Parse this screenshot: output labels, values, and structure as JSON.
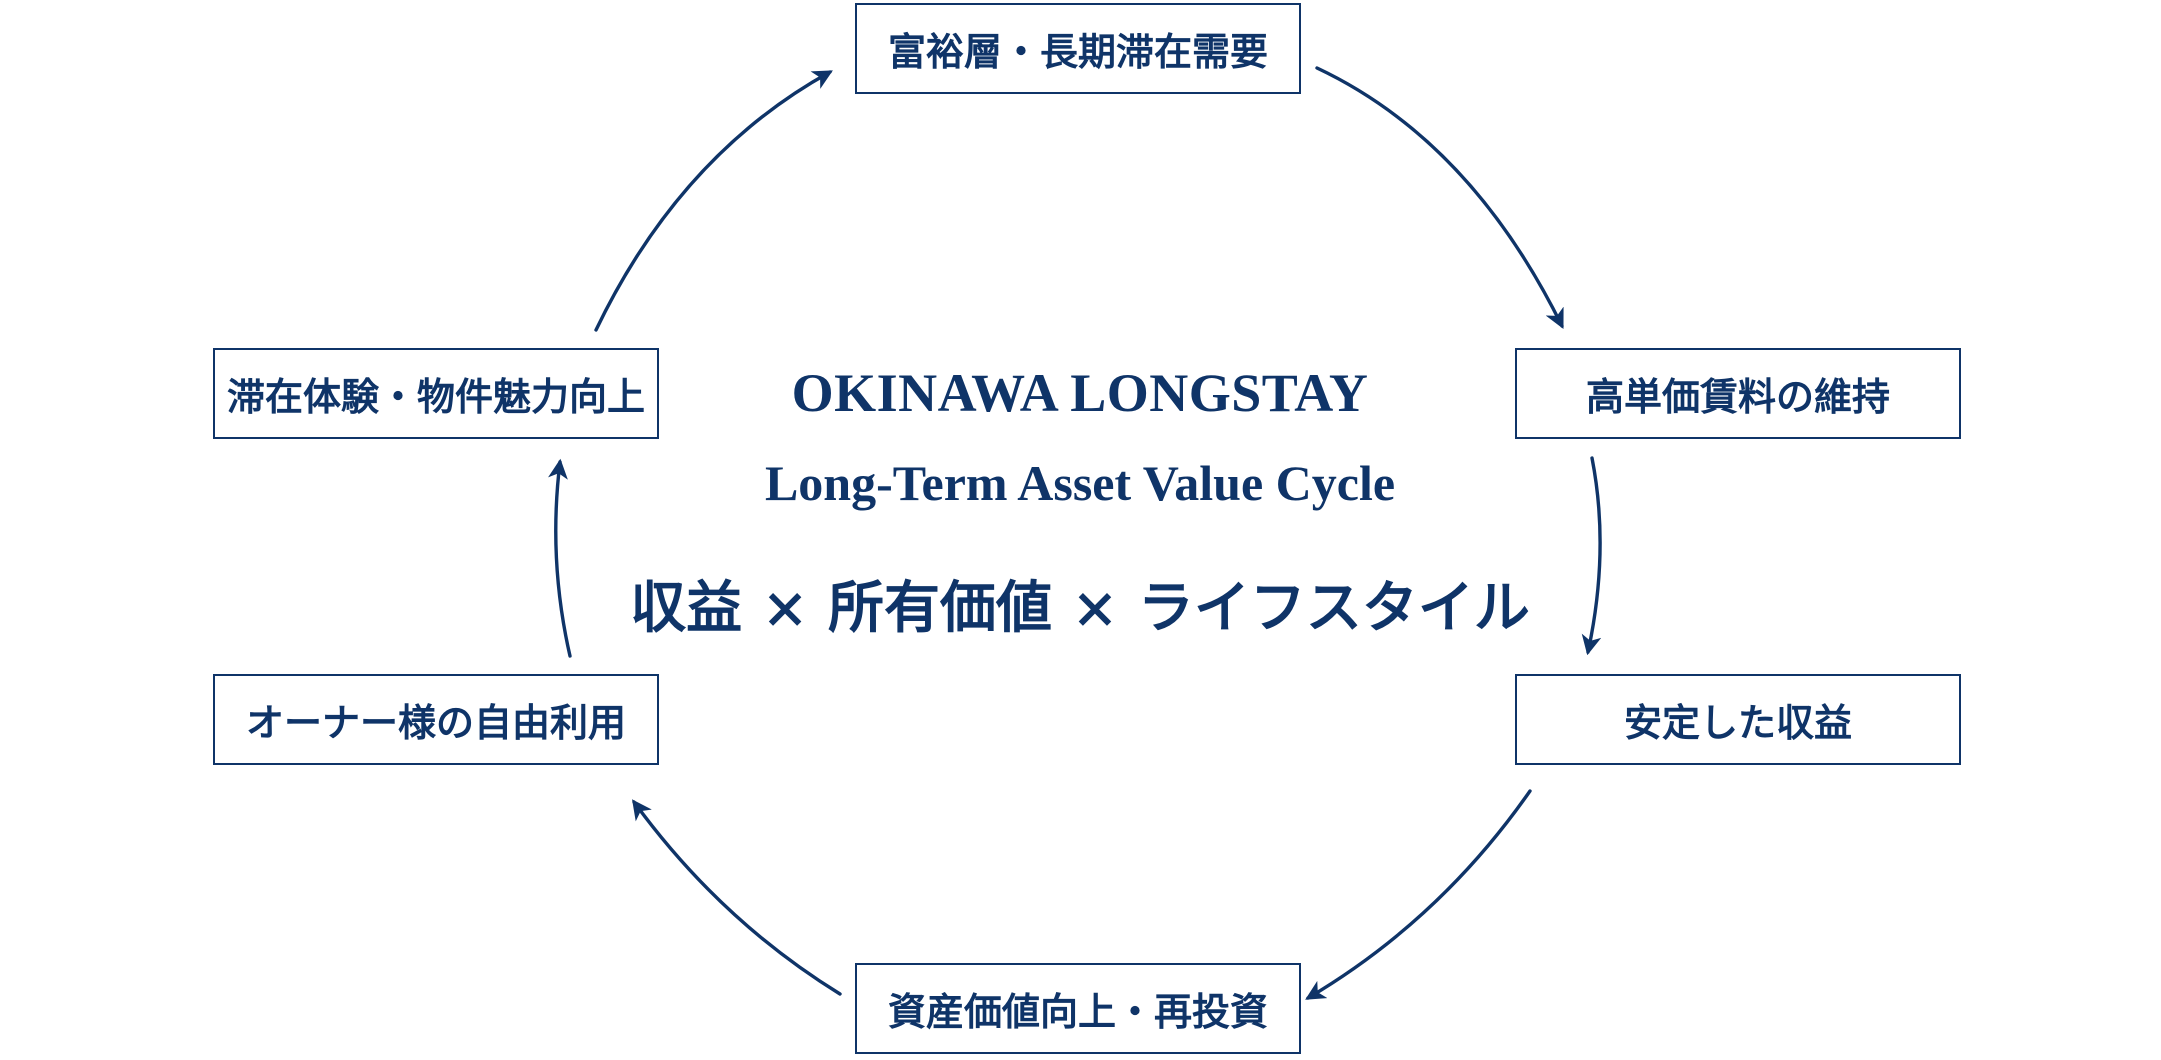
{
  "diagram": {
    "title": "OKINAWA LONGSTAY",
    "subtitle": "Long-Term Asset Value Cycle",
    "tagline": "収益 × 所有価値 × ライフスタイル",
    "nodes": {
      "top": "富裕層・長期滞在需要",
      "right_upper": "高単価賃料の維持",
      "right_lower": "安定した収益",
      "bottom": "資産価値向上・再投資",
      "left_lower": "オーナー様の自由利用",
      "left_upper": "滞在体験・物件魅力向上"
    },
    "colors": {
      "primary": "#0f3468",
      "background": "#ffffff"
    }
  }
}
